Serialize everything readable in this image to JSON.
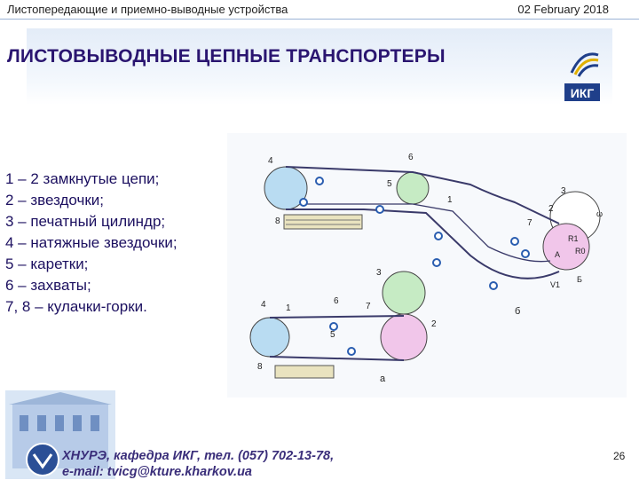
{
  "header": {
    "left_text": "Листопередающие и приемно-выводные устройства",
    "date": "02 February 2018"
  },
  "title": "ЛИСТОВЫВОДНЫЕ ЦЕПНЫЕ ТРАНСПОРТЕРЫ",
  "logo": {
    "text": "ИКГ"
  },
  "legend_items": [
    "1 – 2 замкнутые цепи;",
    "2 – звездочки;",
    "3 – печатный цилиндр;",
    "4 – натяжные звездочки;",
    "5 – каретки;",
    "6 – захваты;",
    "7, 8 – кулачки-горки."
  ],
  "diagram": {
    "labels": {
      "top": [
        "4",
        "5",
        "6",
        "1",
        "3",
        "2",
        "7",
        "8"
      ],
      "formula": [
        "R1",
        "R0",
        "A",
        "Б",
        "V1",
        "ω"
      ],
      "section_b": "б",
      "bottom": [
        "4",
        "1",
        "6",
        "7",
        "3",
        "5",
        "2",
        "8"
      ],
      "section_a": "а"
    },
    "colors": {
      "blue": "#b9dcf2",
      "green": "#c6ebc4",
      "pink": "#f1c6ea",
      "chain": "#3a3a6a"
    }
  },
  "footer": {
    "line1": "ХНУРЭ, кафедра ИКГ, тел. (057) 702-13-78,",
    "line2": "e-mail: tvicg@kture.kharkov.ua",
    "page": "26"
  }
}
